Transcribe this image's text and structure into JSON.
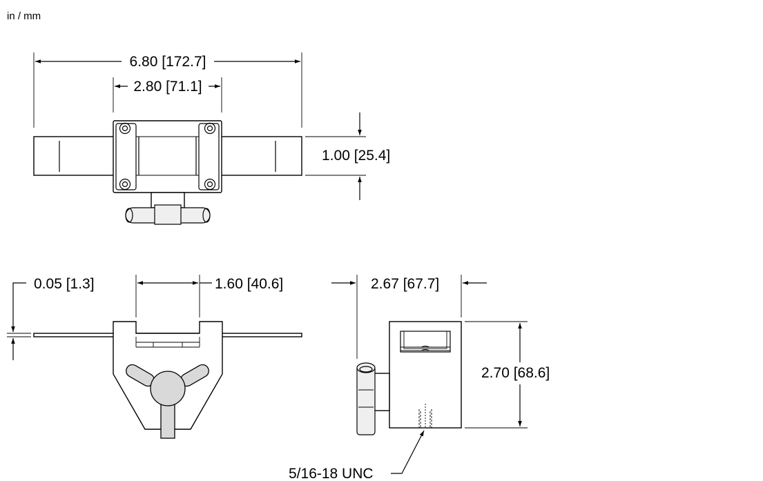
{
  "units_label": "in / mm",
  "dimensions": {
    "overall_length": "6.80 [172.7]",
    "clamp_width": "2.80 [71.1]",
    "bar_height": "1.00 [25.4]",
    "plate_thickness": "0.05 [1.3]",
    "slot_width": "1.60 [40.6]",
    "side_depth": "2.67 [67.7]",
    "side_height": "2.70 [68.6]",
    "thread_callout": "5/16-18 UNC"
  }
}
